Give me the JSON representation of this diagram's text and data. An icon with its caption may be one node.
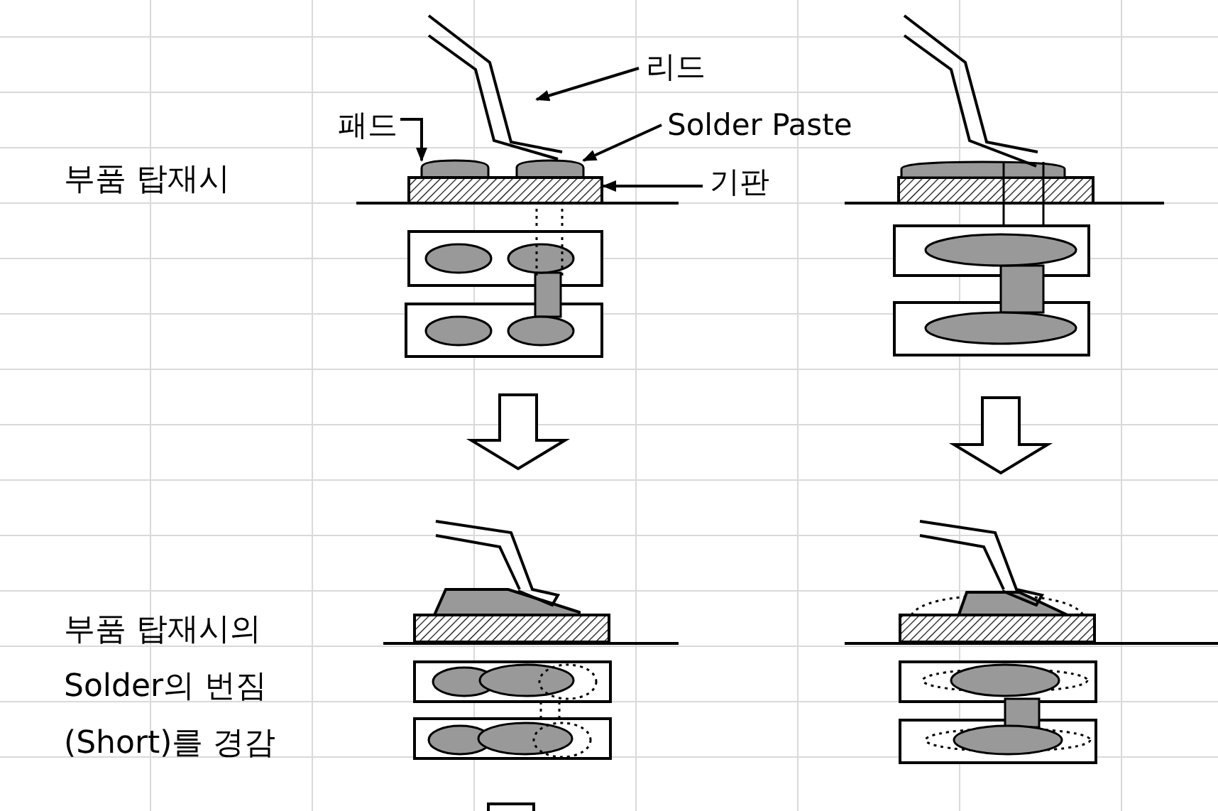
{
  "diagram": {
    "nodes": [
      {
        "text": [
          "리드"
        ]
      },
      {
        "text": [],
        "shape": "lead"
      },
      {
        "text": [
          "Solder Paste"
        ]
      },
      {
        "text": [],
        "shape": "ellipse"
      },
      {
        "text": [
          "패드"
        ]
      },
      {
        "text": [],
        "shape": "ellipse"
      },
      {
        "text": [
          "기판"
        ]
      },
      {
        "text": [],
        "shape": "box"
      }
    ],
    "edges": [
      {
        "from": 0,
        "to": 1,
        "arrow": "to"
      },
      {
        "from": 2,
        "to": 5,
        "arrow": "to"
      },
      {
        "from": 4,
        "to": 3,
        "arrow": "to"
      },
      {
        "from": 6,
        "to": 7,
        "arrow": "to"
      }
    ],
    "labels": [
      "부품 탑재시",
      "부품 탑재시의 Solder의 번짐 (Short)를 경감"
    ]
  }
}
